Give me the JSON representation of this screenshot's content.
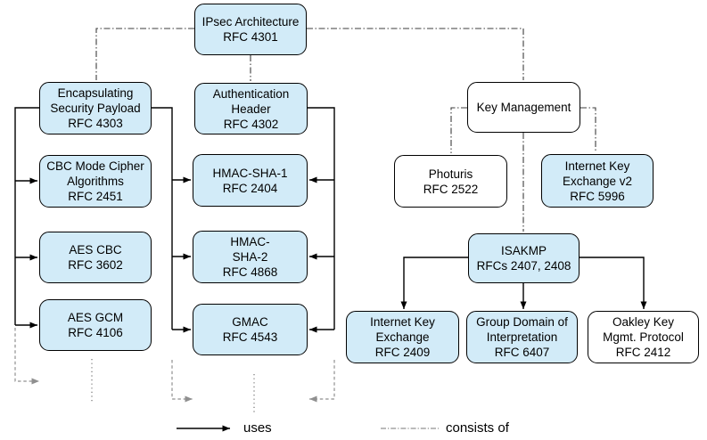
{
  "colors": {
    "box_fill_blue": "#d2ebf8",
    "box_fill_white": "#ffffff",
    "border": "#000000",
    "connector_solid": "#000000",
    "connector_dashdot": "#3c3c3c",
    "continuation_gray": "#8f8f8f"
  },
  "boxes": {
    "ipsec": {
      "lines": [
        "IPsec Architecture",
        "RFC 4301"
      ]
    },
    "esp": {
      "lines": [
        "Encapsulating",
        "Security Payload",
        "RFC 4303"
      ]
    },
    "cbc": {
      "lines": [
        "CBC Mode Cipher",
        "Algorithms",
        "RFC 2451"
      ]
    },
    "aes_cbc": {
      "lines": [
        "AES CBC",
        "RFC 3602"
      ]
    },
    "aes_gcm": {
      "lines": [
        "AES GCM",
        "RFC 4106"
      ]
    },
    "ah": {
      "lines": [
        "Authentication",
        "Header",
        "RFC 4302"
      ]
    },
    "hmac_sha1": {
      "lines": [
        "HMAC-SHA-1",
        "RFC 2404"
      ]
    },
    "hmac_sha2": {
      "lines": [
        "HMAC-",
        "SHA-2",
        "RFC 4868"
      ]
    },
    "gmac": {
      "lines": [
        "GMAC",
        "RFC 4543"
      ]
    },
    "key_mgmt": {
      "lines": [
        "Key Management"
      ]
    },
    "photuris": {
      "lines": [
        "Photuris",
        "RFC 2522"
      ]
    },
    "ikev2": {
      "lines": [
        "Internet Key",
        "Exchange v2",
        "RFC 5996"
      ]
    },
    "isakmp": {
      "lines": [
        "ISAKMP",
        "RFCs 2407, 2408"
      ]
    },
    "ike": {
      "lines": [
        "Internet Key",
        "Exchange",
        "RFC 2409"
      ]
    },
    "gdoi": {
      "lines": [
        "Group Domain of",
        "Interpretation",
        "RFC 6407"
      ]
    },
    "oakley": {
      "lines": [
        "Oakley Key",
        "Mgmt. Protocol",
        "RFC 2412"
      ]
    }
  },
  "legend": {
    "uses_label": "uses",
    "consists_of_label": "consists of"
  }
}
